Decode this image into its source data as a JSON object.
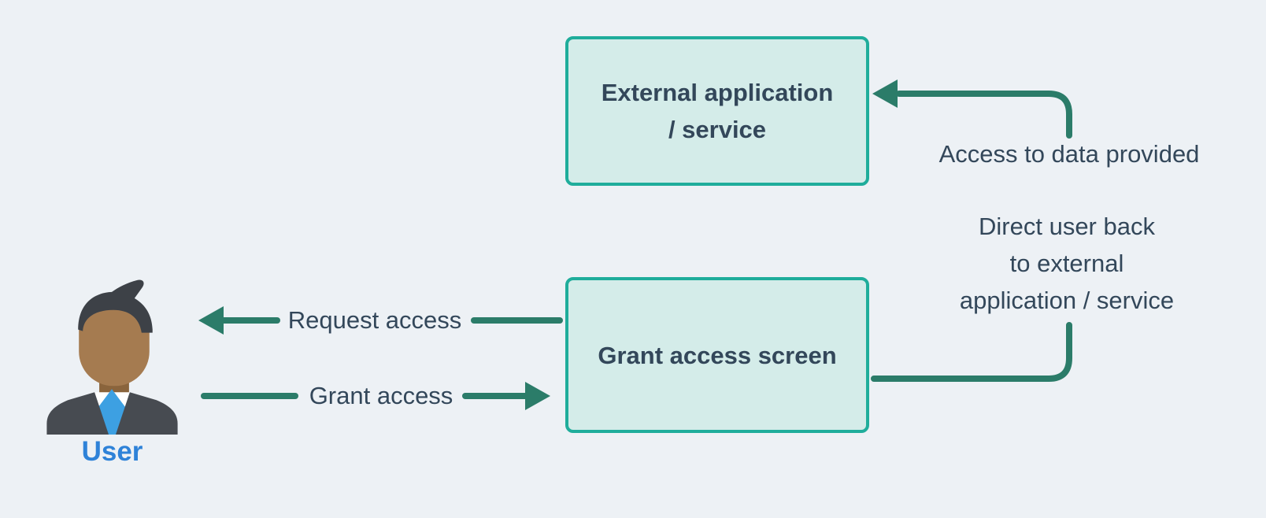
{
  "diagram": {
    "nodes": {
      "external_app": {
        "label_line1": "External application",
        "label_line2": "/ service"
      },
      "grant_screen": {
        "label": "Grant access screen"
      },
      "user": {
        "label": "User"
      }
    },
    "edges": {
      "request_access": {
        "label": "Request access"
      },
      "grant_access": {
        "label": "Grant access"
      },
      "access_provided": {
        "label": "Access to data provided"
      },
      "direct_back": {
        "line1": "Direct user back",
        "line2": "to external",
        "line3": "application / service"
      }
    }
  },
  "palette": {
    "background": "#edf1f5",
    "node_fill": "#d4ece9",
    "node_border": "#1fad9b",
    "connector_green": "#2b7c69",
    "text_dark": "#33475a",
    "user_label_blue": "#2e82d8",
    "avatar_hair": "#3d4147",
    "avatar_suit": "#474b51",
    "avatar_face": "#a57b50",
    "avatar_neck": "#8a643c",
    "avatar_shirt": "#ffffff",
    "avatar_tie": "#3da0e2"
  }
}
